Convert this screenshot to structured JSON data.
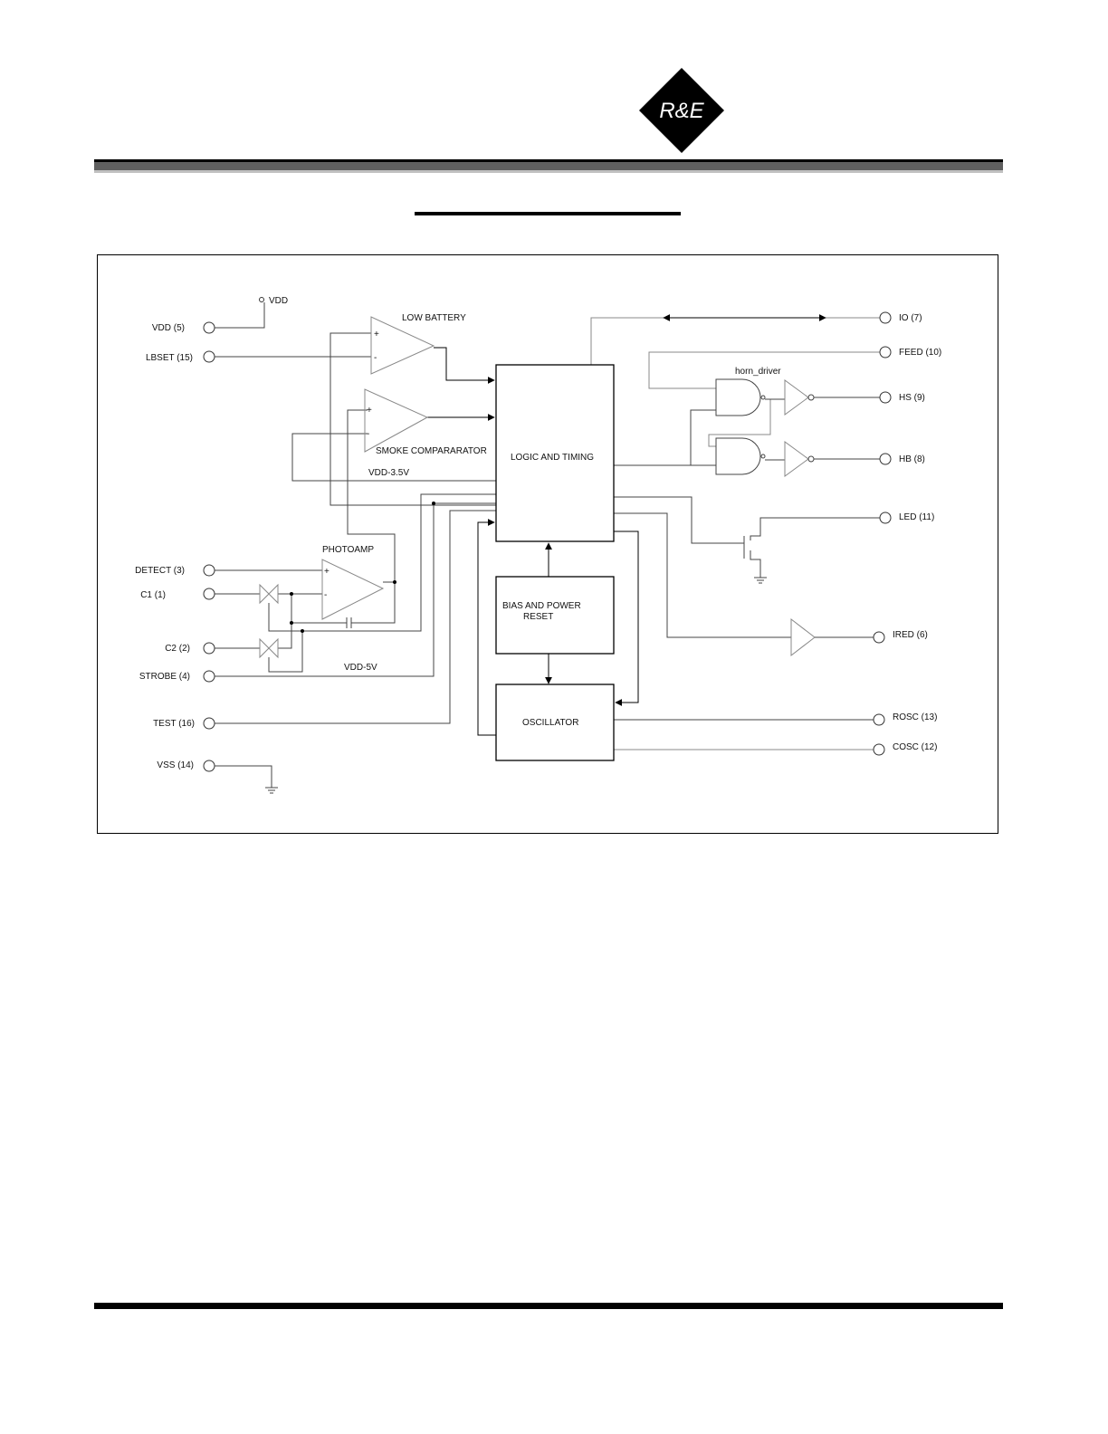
{
  "header": {
    "logo_text": "R&E",
    "colors": {
      "logo": "#000000",
      "bar_dark": "#000000",
      "bar_mid": "#5f5f5f",
      "bar_light": "#c0c0c0"
    }
  },
  "diagram": {
    "pins_left": [
      {
        "label": "VDD (5)"
      },
      {
        "label": "LBSET (15)"
      },
      {
        "label": "DETECT (3)"
      },
      {
        "label": "C1 (1)"
      },
      {
        "label": "C2 (2)"
      },
      {
        "label": "STROBE (4)"
      },
      {
        "label": "TEST (16)"
      },
      {
        "label": "VSS (14)"
      }
    ],
    "pins_right": [
      {
        "label": "IO (7)"
      },
      {
        "label": "FEED (10)"
      },
      {
        "label": "HS (9)"
      },
      {
        "label": "HB (8)"
      },
      {
        "label": "LED (11)"
      },
      {
        "label": "IRED (6)"
      },
      {
        "label": "ROSC (13)"
      },
      {
        "label": "COSC (12)"
      }
    ],
    "vdd_node": "VDD",
    "blocks": {
      "low_battery": "LOW BATTERY",
      "smoke_comparator": "SMOKE COMPARARATOR",
      "photoamp": "PHOTOAMP",
      "logic": "LOGIC AND TIMING",
      "bias_line1": "BIAS AND POWER",
      "bias_line2": "RESET",
      "oscillator": "OSCILLATOR",
      "horn_driver": "horn_driver"
    },
    "nets": {
      "vdd_3_5v": "VDD-3.5V",
      "vdd_5v": "VDD-5V"
    },
    "opamp_signs": {
      "plus": "+",
      "minus": "-"
    }
  }
}
